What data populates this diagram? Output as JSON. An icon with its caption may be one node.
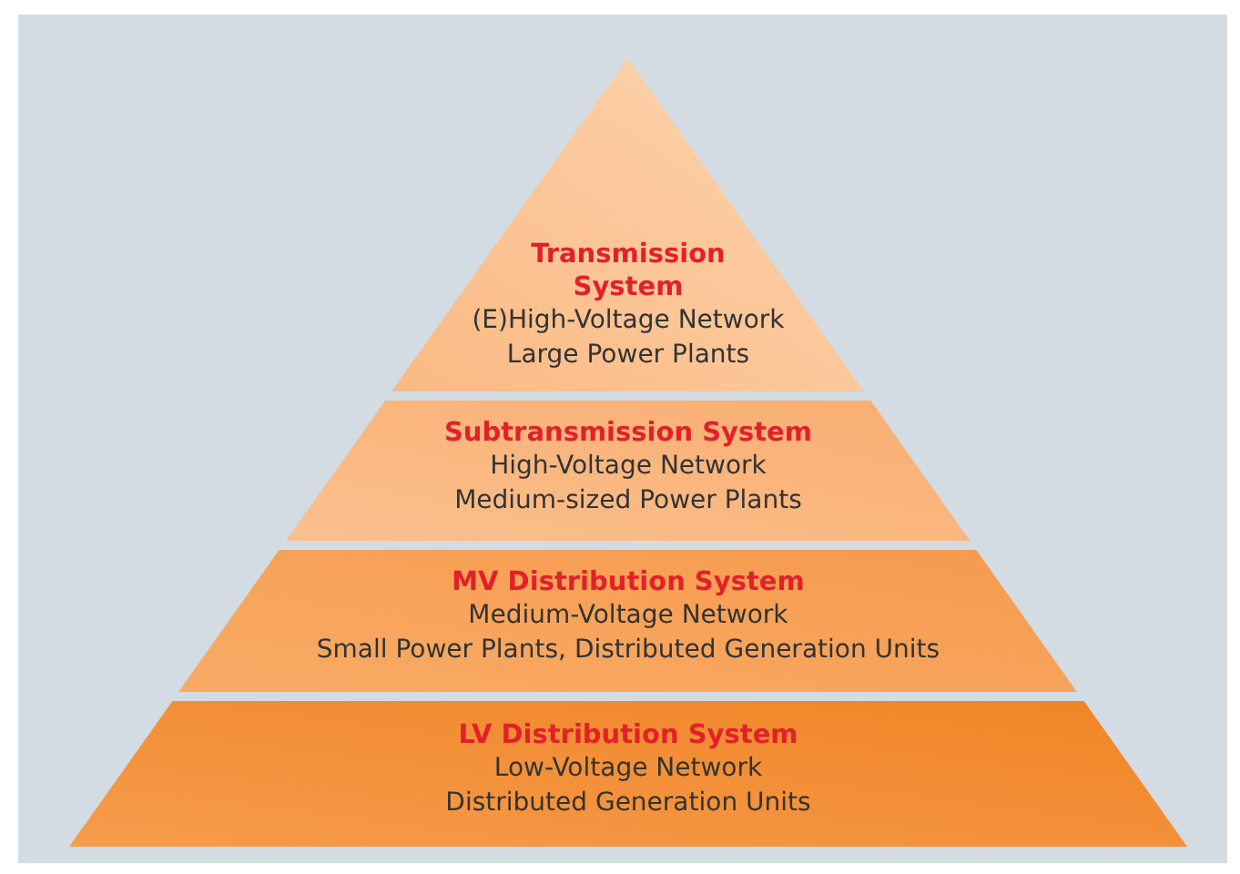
{
  "diagram": {
    "nodes": [
      {
        "text": [
          "Transmission System",
          "(E)High-Voltage Network",
          "Large Power Plants"
        ]
      },
      {
        "text": [
          "Subtransmission System",
          "High-Voltage Network",
          "Medium-sized Power Plants"
        ]
      },
      {
        "text": [
          "MV Distribution System",
          "Medium-Voltage Network",
          "Small Power Plants, Distributed Generation Units"
        ]
      },
      {
        "text": [
          "LV Distribution System",
          "Low-Voltage Network",
          "Distributed Generation Units"
        ]
      }
    ]
  }
}
